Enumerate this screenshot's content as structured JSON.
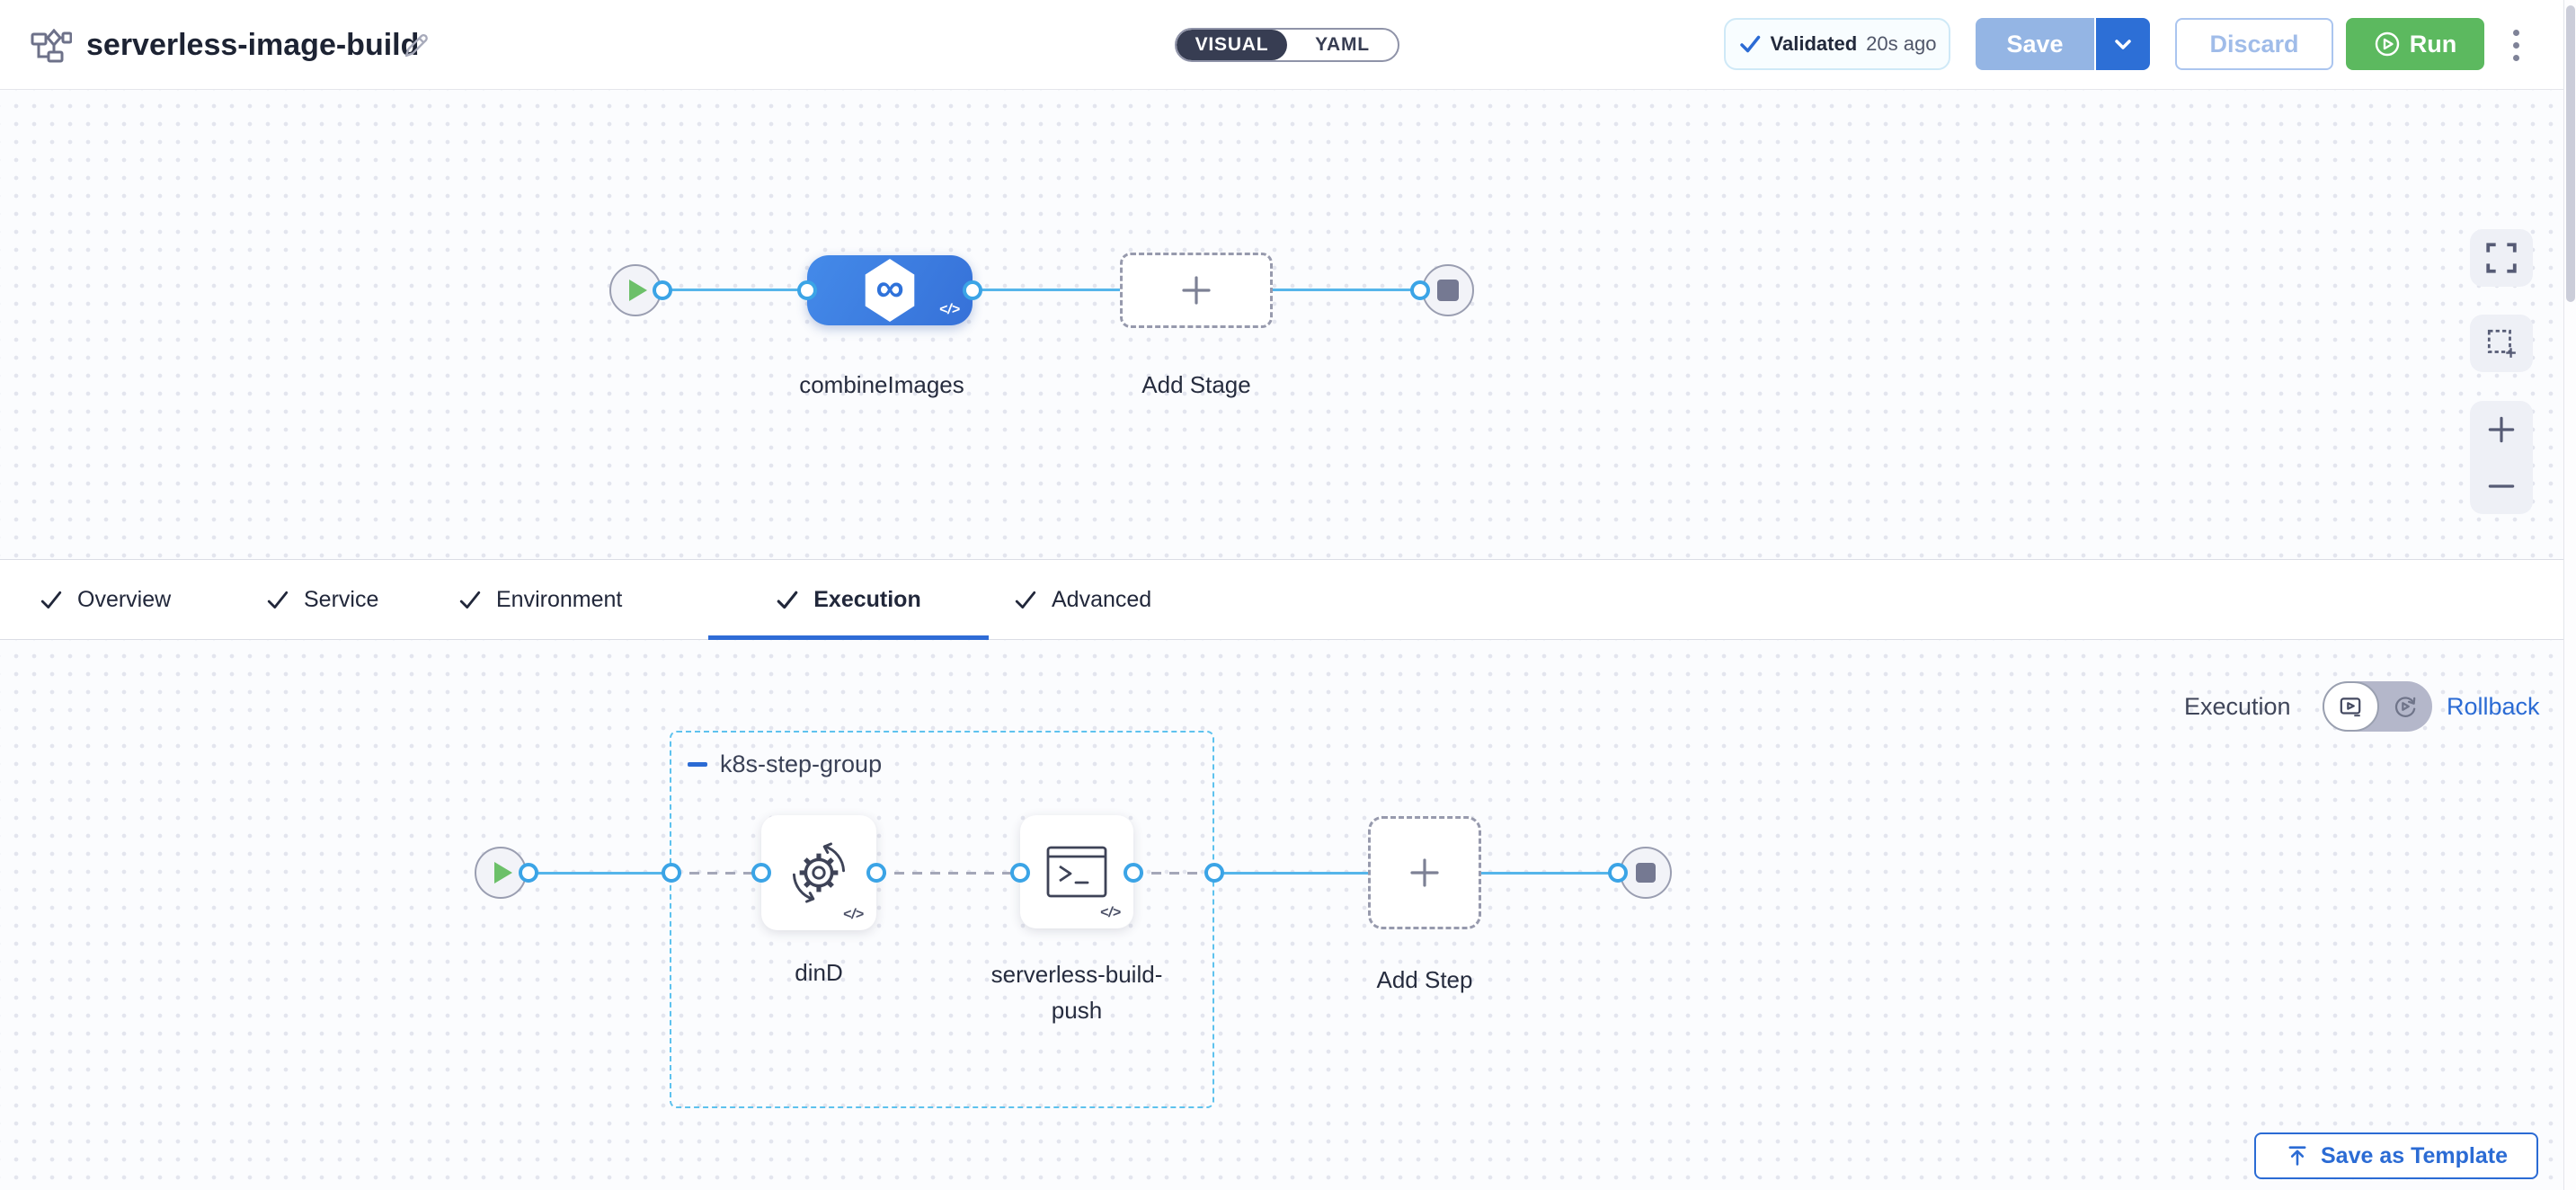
{
  "header": {
    "title": "serverless-image-build",
    "mode_visual": "VISUAL",
    "mode_yaml": "YAML",
    "validated_label": "Validated",
    "validated_time": "20s ago",
    "save_label": "Save",
    "discard_label": "Discard",
    "run_label": "Run"
  },
  "stage_canvas": {
    "stage_name": "combineImages",
    "add_stage_label": "Add Stage",
    "stage_icon_glyph": "∞",
    "code_badge": "</>"
  },
  "tabs": {
    "items": [
      {
        "label": "Overview"
      },
      {
        "label": "Service"
      },
      {
        "label": "Environment"
      },
      {
        "label": "Execution"
      },
      {
        "label": "Advanced"
      }
    ],
    "active": "Execution",
    "save_as_template_label": "Save as Template"
  },
  "execution_canvas": {
    "mode_label": "Execution",
    "rollback_label": "Rollback",
    "group_label": "k8s-step-group",
    "step1_name": "dinD",
    "step2_name": "serverless-build-push",
    "add_step_label": "Add Step",
    "code_badge": "</>"
  },
  "colors": {
    "accent_blue": "#2b6bd4",
    "connector_blue": "#55b5ea",
    "run_green": "#5cb95f",
    "stage_node_blue": "#3d7de2"
  }
}
